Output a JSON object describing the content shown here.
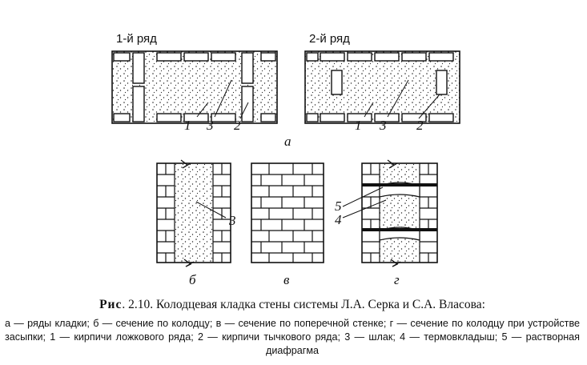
{
  "figure": {
    "row1_title": "1-й ряд",
    "row2_title": "2-й ряд",
    "part_a": "а",
    "part_b": "б",
    "part_v": "в",
    "part_g": "г",
    "n1": "1",
    "n2": "2",
    "n3": "3",
    "n4": "4",
    "n5": "5"
  },
  "caption": {
    "prefix": "Рис",
    "title": ". 2.10. Колодцевая кладка стены системы Л.А. Серка и С.А. Власова:",
    "body": "а — ряды кладки; б — сечение по колодцу; в — сечение по поперечной стенке; г — сечение по колодцу при устройстве засыпки; 1 — кирпичи ложкового ряда; 2 — кирпичи тычкового ряда; 3 — шлак; 4 — термовкладыш; 5 — растворная диафрагма"
  }
}
